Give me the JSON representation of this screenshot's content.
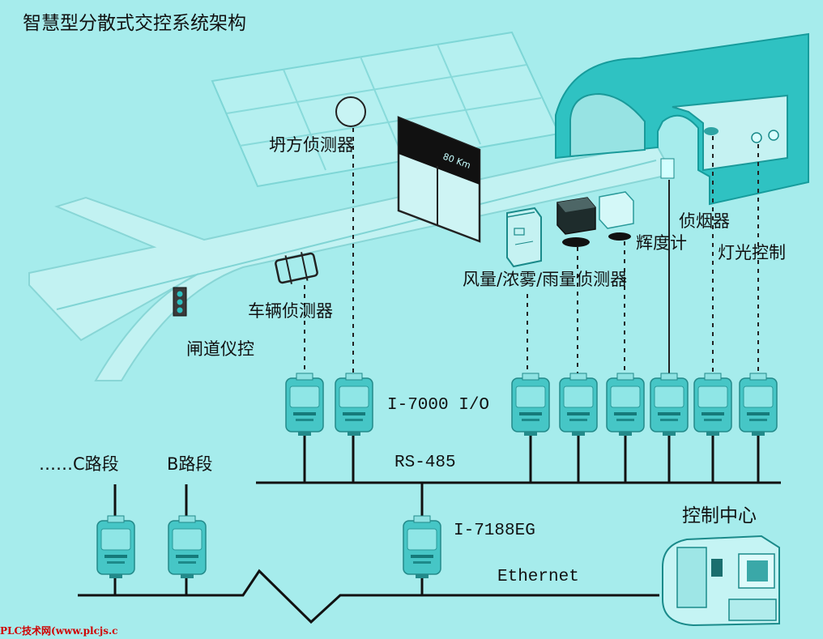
{
  "title": "智慧型分散式交控系统架构",
  "sensors": {
    "pit_detector": "坍方侦测器",
    "vehicle_detector": "车辆侦测器",
    "ramp_control": "闸道仪控",
    "weather_detector": "风量/浓雾/雨量侦测器",
    "luminance_meter": "辉度计",
    "smoke_detector": "侦烟器",
    "light_control": "灯光控制"
  },
  "network": {
    "io_module": "I-7000 I/O",
    "rs485": "RS-485",
    "gateway": "I-7188EG",
    "ethernet": "Ethernet",
    "control_center": "控制中心",
    "segment_c": "……C路段",
    "segment_b": "B路段"
  },
  "sign_text": "80 Km",
  "footer": "PLC技术网(www.plcjs.c",
  "colors": {
    "background": "#a6ecec",
    "road": "#c2f2f2",
    "tunnel": "#2fc2c2",
    "module": "#46c6c6",
    "footer": "#d00000"
  }
}
